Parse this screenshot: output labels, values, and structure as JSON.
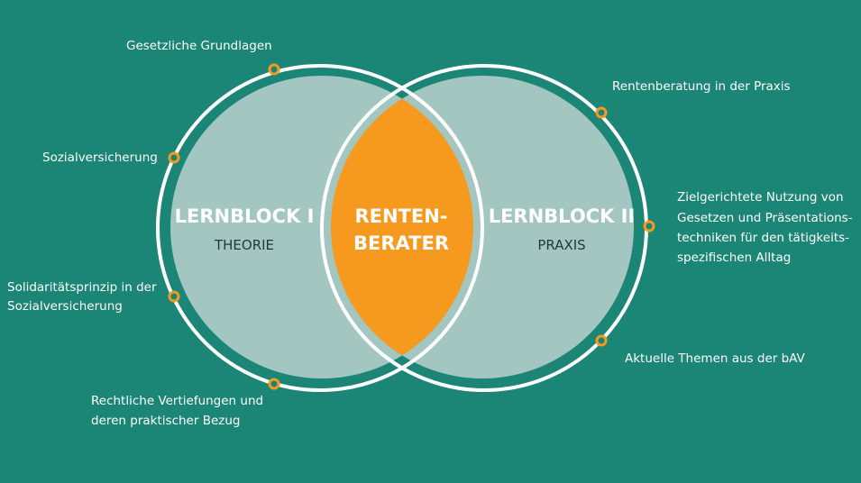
{
  "colors": {
    "background": "#1b8576",
    "circle_fill": "#a3c6c1",
    "center": "#f59a1f",
    "ring": "#ffffff",
    "dot": "#f59a1f"
  },
  "left": {
    "title": "LERNBLOCK I",
    "subtitle": "THEORIE",
    "topics": [
      {
        "lines": [
          "Gesetzliche Grundlagen"
        ]
      },
      {
        "lines": [
          "Sozialversicherung"
        ]
      },
      {
        "lines": [
          "Solidaritätsprinzip in der",
          "Sozialversicherung"
        ]
      },
      {
        "lines": [
          "Rechtliche Vertiefungen und",
          "deren praktischer Bezug"
        ]
      }
    ]
  },
  "center": {
    "lines": [
      "RENTEN-",
      "BERATER"
    ]
  },
  "right": {
    "title": "LERNBLOCK II",
    "subtitle": "PRAXIS",
    "topics": [
      {
        "lines": [
          "Rentenberatung in der Praxis"
        ]
      },
      {
        "lines": [
          "Zielgerichtete Nutzung von",
          "Gesetzen und Präsentations-",
          "techniken für den tätigkeits-",
          "spezifischen Alltag"
        ]
      },
      {
        "lines": [
          "Aktuelle Themen aus der bAV"
        ]
      }
    ]
  }
}
